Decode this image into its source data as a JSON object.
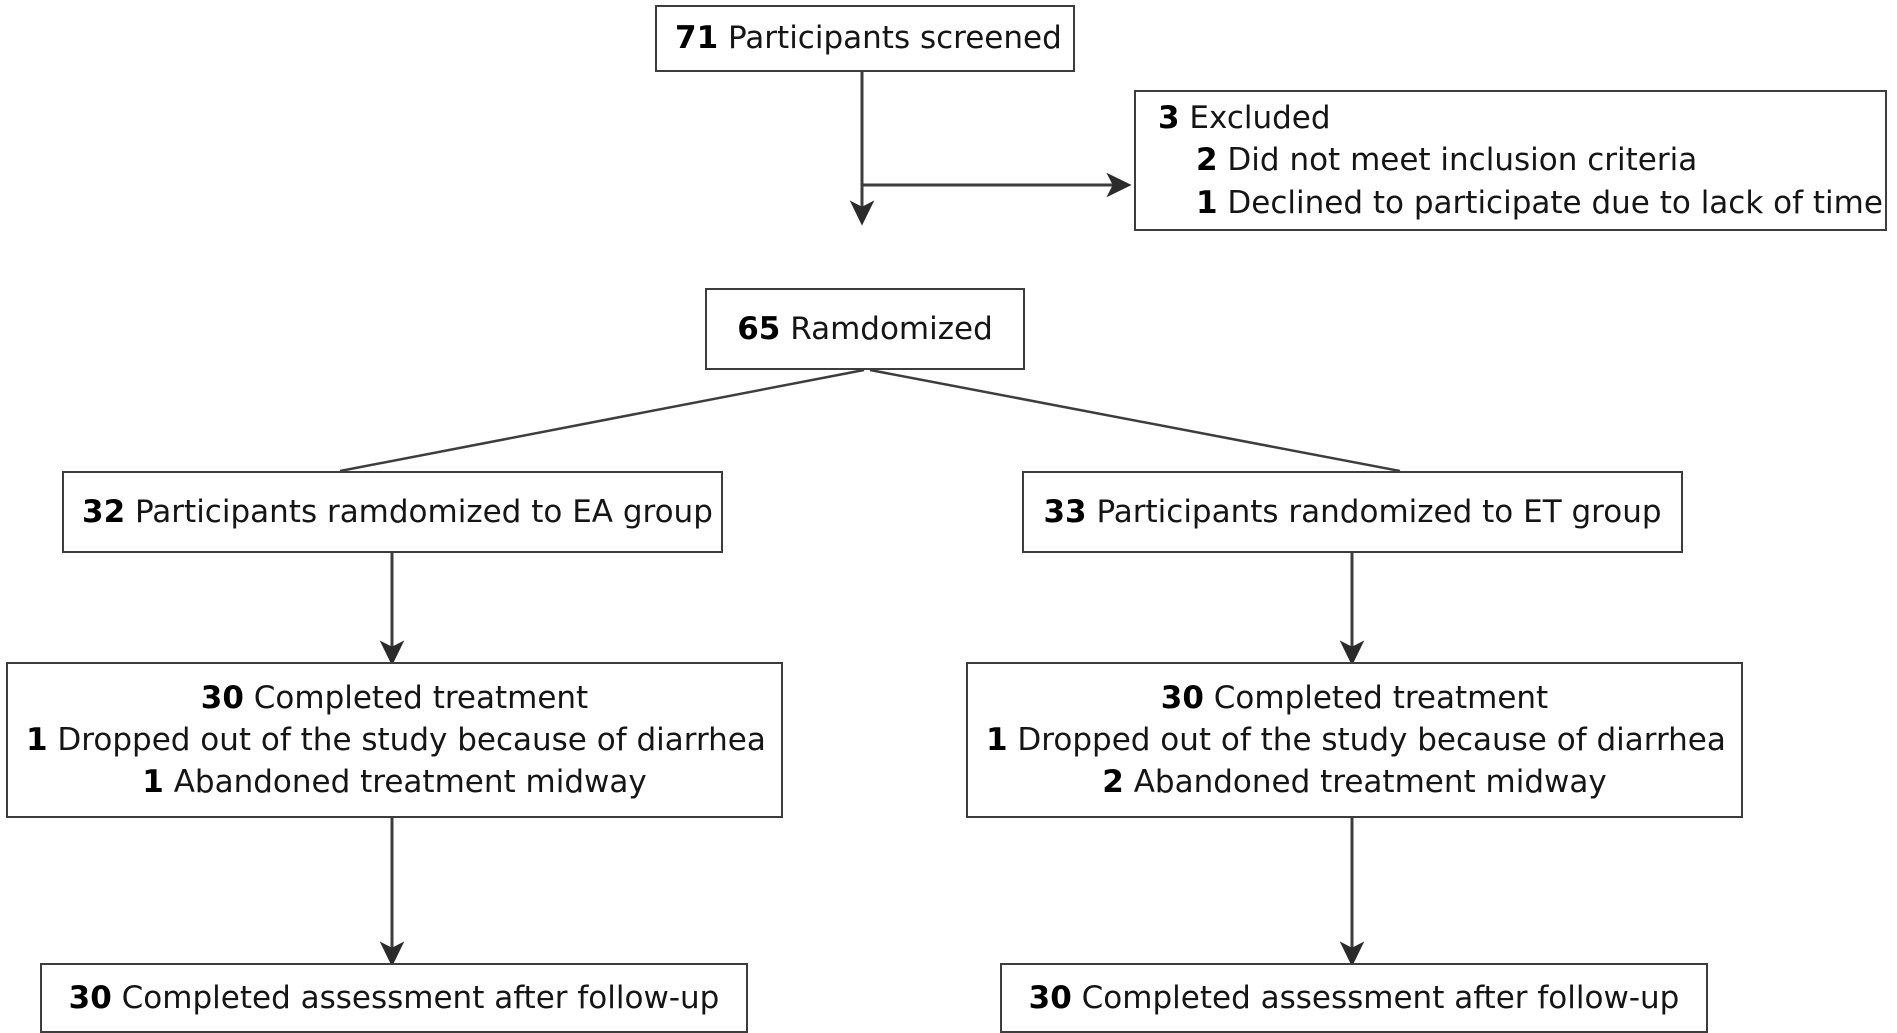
{
  "diagram": {
    "type": "consort-flow-diagram",
    "title": "Participant flow diagram",
    "line_color": "#3d3d3d",
    "text_color": "#151515",
    "background": "#ffffff"
  },
  "nodes": {
    "screened": {
      "name": "screened-box",
      "lines": [
        {
          "num": "71",
          "text": " Participants screened"
        }
      ]
    },
    "excluded": {
      "name": "excluded-box",
      "lines": [
        {
          "num": "3",
          "text": " Excluded",
          "indent": 0
        },
        {
          "num": "2",
          "text": " Did not meet inclusion criteria",
          "indent": 1
        },
        {
          "num": "1",
          "text": " Declined to participate due to lack of time",
          "indent": 1
        }
      ]
    },
    "randomized": {
      "name": "randomized-box",
      "lines": [
        {
          "num": "65",
          "text": " Ramdomized"
        }
      ]
    },
    "ea_allocation": {
      "name": "ea-allocation-box",
      "lines": [
        {
          "num": "32",
          "text": " Participants ramdomized to EA group"
        }
      ]
    },
    "et_allocation": {
      "name": "et-allocation-box",
      "lines": [
        {
          "num": "33",
          "text": " Participants randomized to ET group"
        }
      ]
    },
    "ea_treatment": {
      "name": "ea-treatment-box",
      "lines": [
        {
          "num": "30",
          "text": " Completed treatment"
        },
        {
          "num": "1",
          "text": " Dropped out of the study because of diarrhea"
        },
        {
          "num": "1",
          "text": " Abandoned treatment midway"
        }
      ]
    },
    "et_treatment": {
      "name": "et-treatment-box",
      "lines": [
        {
          "num": "30",
          "text": " Completed treatment"
        },
        {
          "num": "1",
          "text": " Dropped out of the study because of diarrhea"
        },
        {
          "num": "2",
          "text": " Abandoned treatment midway"
        }
      ]
    },
    "ea_followup": {
      "name": "ea-followup-box",
      "lines": [
        {
          "num": "30",
          "text": " Completed assessment after follow-up"
        }
      ]
    },
    "et_followup": {
      "name": "et-followup-box",
      "lines": [
        {
          "num": "30",
          "text": " Completed assessment after follow-up"
        }
      ]
    }
  },
  "chart_data": {
    "type": "diagram",
    "title": "CONSORT participant flow",
    "flow": [
      {
        "stage": "screened",
        "label": "Participants screened",
        "count": 71
      },
      {
        "stage": "excluded",
        "label": "Excluded",
        "count": 3,
        "reasons": [
          {
            "label": "Did not meet inclusion criteria",
            "count": 2
          },
          {
            "label": "Declined to participate due to lack of time",
            "count": 1
          }
        ]
      },
      {
        "stage": "randomized",
        "label": "Ramdomized",
        "count": 65
      },
      {
        "stage": "allocation",
        "arm": "EA",
        "label": "Participants ramdomized to EA group",
        "count": 32
      },
      {
        "stage": "allocation",
        "arm": "ET",
        "label": "Participants randomized to ET group",
        "count": 33
      },
      {
        "stage": "treatment",
        "arm": "EA",
        "label": "Completed treatment",
        "count": 30,
        "losses": [
          {
            "label": "Dropped out of the study because of diarrhea",
            "count": 1
          },
          {
            "label": "Abandoned treatment midway",
            "count": 1
          }
        ]
      },
      {
        "stage": "treatment",
        "arm": "ET",
        "label": "Completed treatment",
        "count": 30,
        "losses": [
          {
            "label": "Dropped out of the study because of diarrhea",
            "count": 1
          },
          {
            "label": "Abandoned treatment midway",
            "count": 2
          }
        ]
      },
      {
        "stage": "followup",
        "arm": "EA",
        "label": "Completed assessment after follow-up",
        "count": 30
      },
      {
        "stage": "followup",
        "arm": "ET",
        "label": "Completed assessment after follow-up",
        "count": 30
      }
    ]
  }
}
